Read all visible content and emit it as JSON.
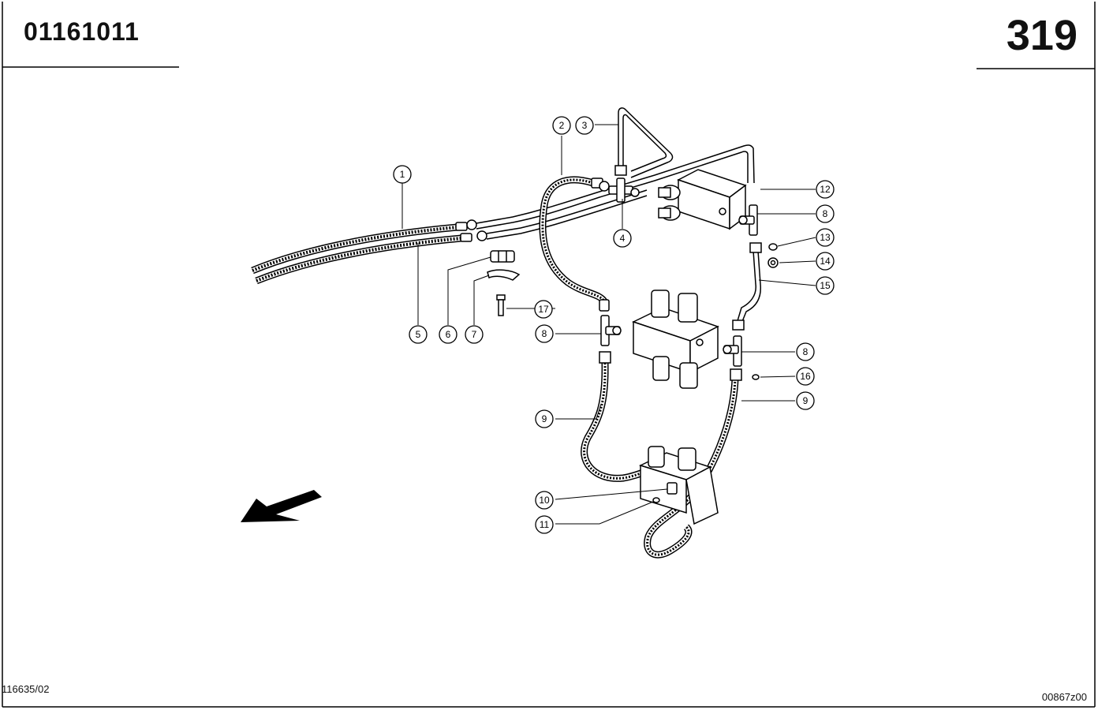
{
  "header": {
    "part_number": "01161011",
    "page_number": "319"
  },
  "footer": {
    "left_code": "116635/02",
    "right_code": "00867z00"
  },
  "callouts": [
    {
      "id": "c1",
      "label": "1"
    },
    {
      "id": "c2",
      "label": "2"
    },
    {
      "id": "c3",
      "label": "3"
    },
    {
      "id": "c4",
      "label": "4"
    },
    {
      "id": "c5",
      "label": "5"
    },
    {
      "id": "c6",
      "label": "6"
    },
    {
      "id": "c7",
      "label": "7"
    },
    {
      "id": "c8a",
      "label": "8"
    },
    {
      "id": "c8b",
      "label": "8"
    },
    {
      "id": "c8c",
      "label": "8"
    },
    {
      "id": "c9a",
      "label": "9"
    },
    {
      "id": "c9b",
      "label": "9"
    },
    {
      "id": "c10",
      "label": "10"
    },
    {
      "id": "c11",
      "label": "11"
    },
    {
      "id": "c12",
      "label": "12"
    },
    {
      "id": "c13",
      "label": "13"
    },
    {
      "id": "c14",
      "label": "14"
    },
    {
      "id": "c15",
      "label": "15"
    },
    {
      "id": "c16",
      "label": "16"
    },
    {
      "id": "c17",
      "label": "17"
    }
  ]
}
